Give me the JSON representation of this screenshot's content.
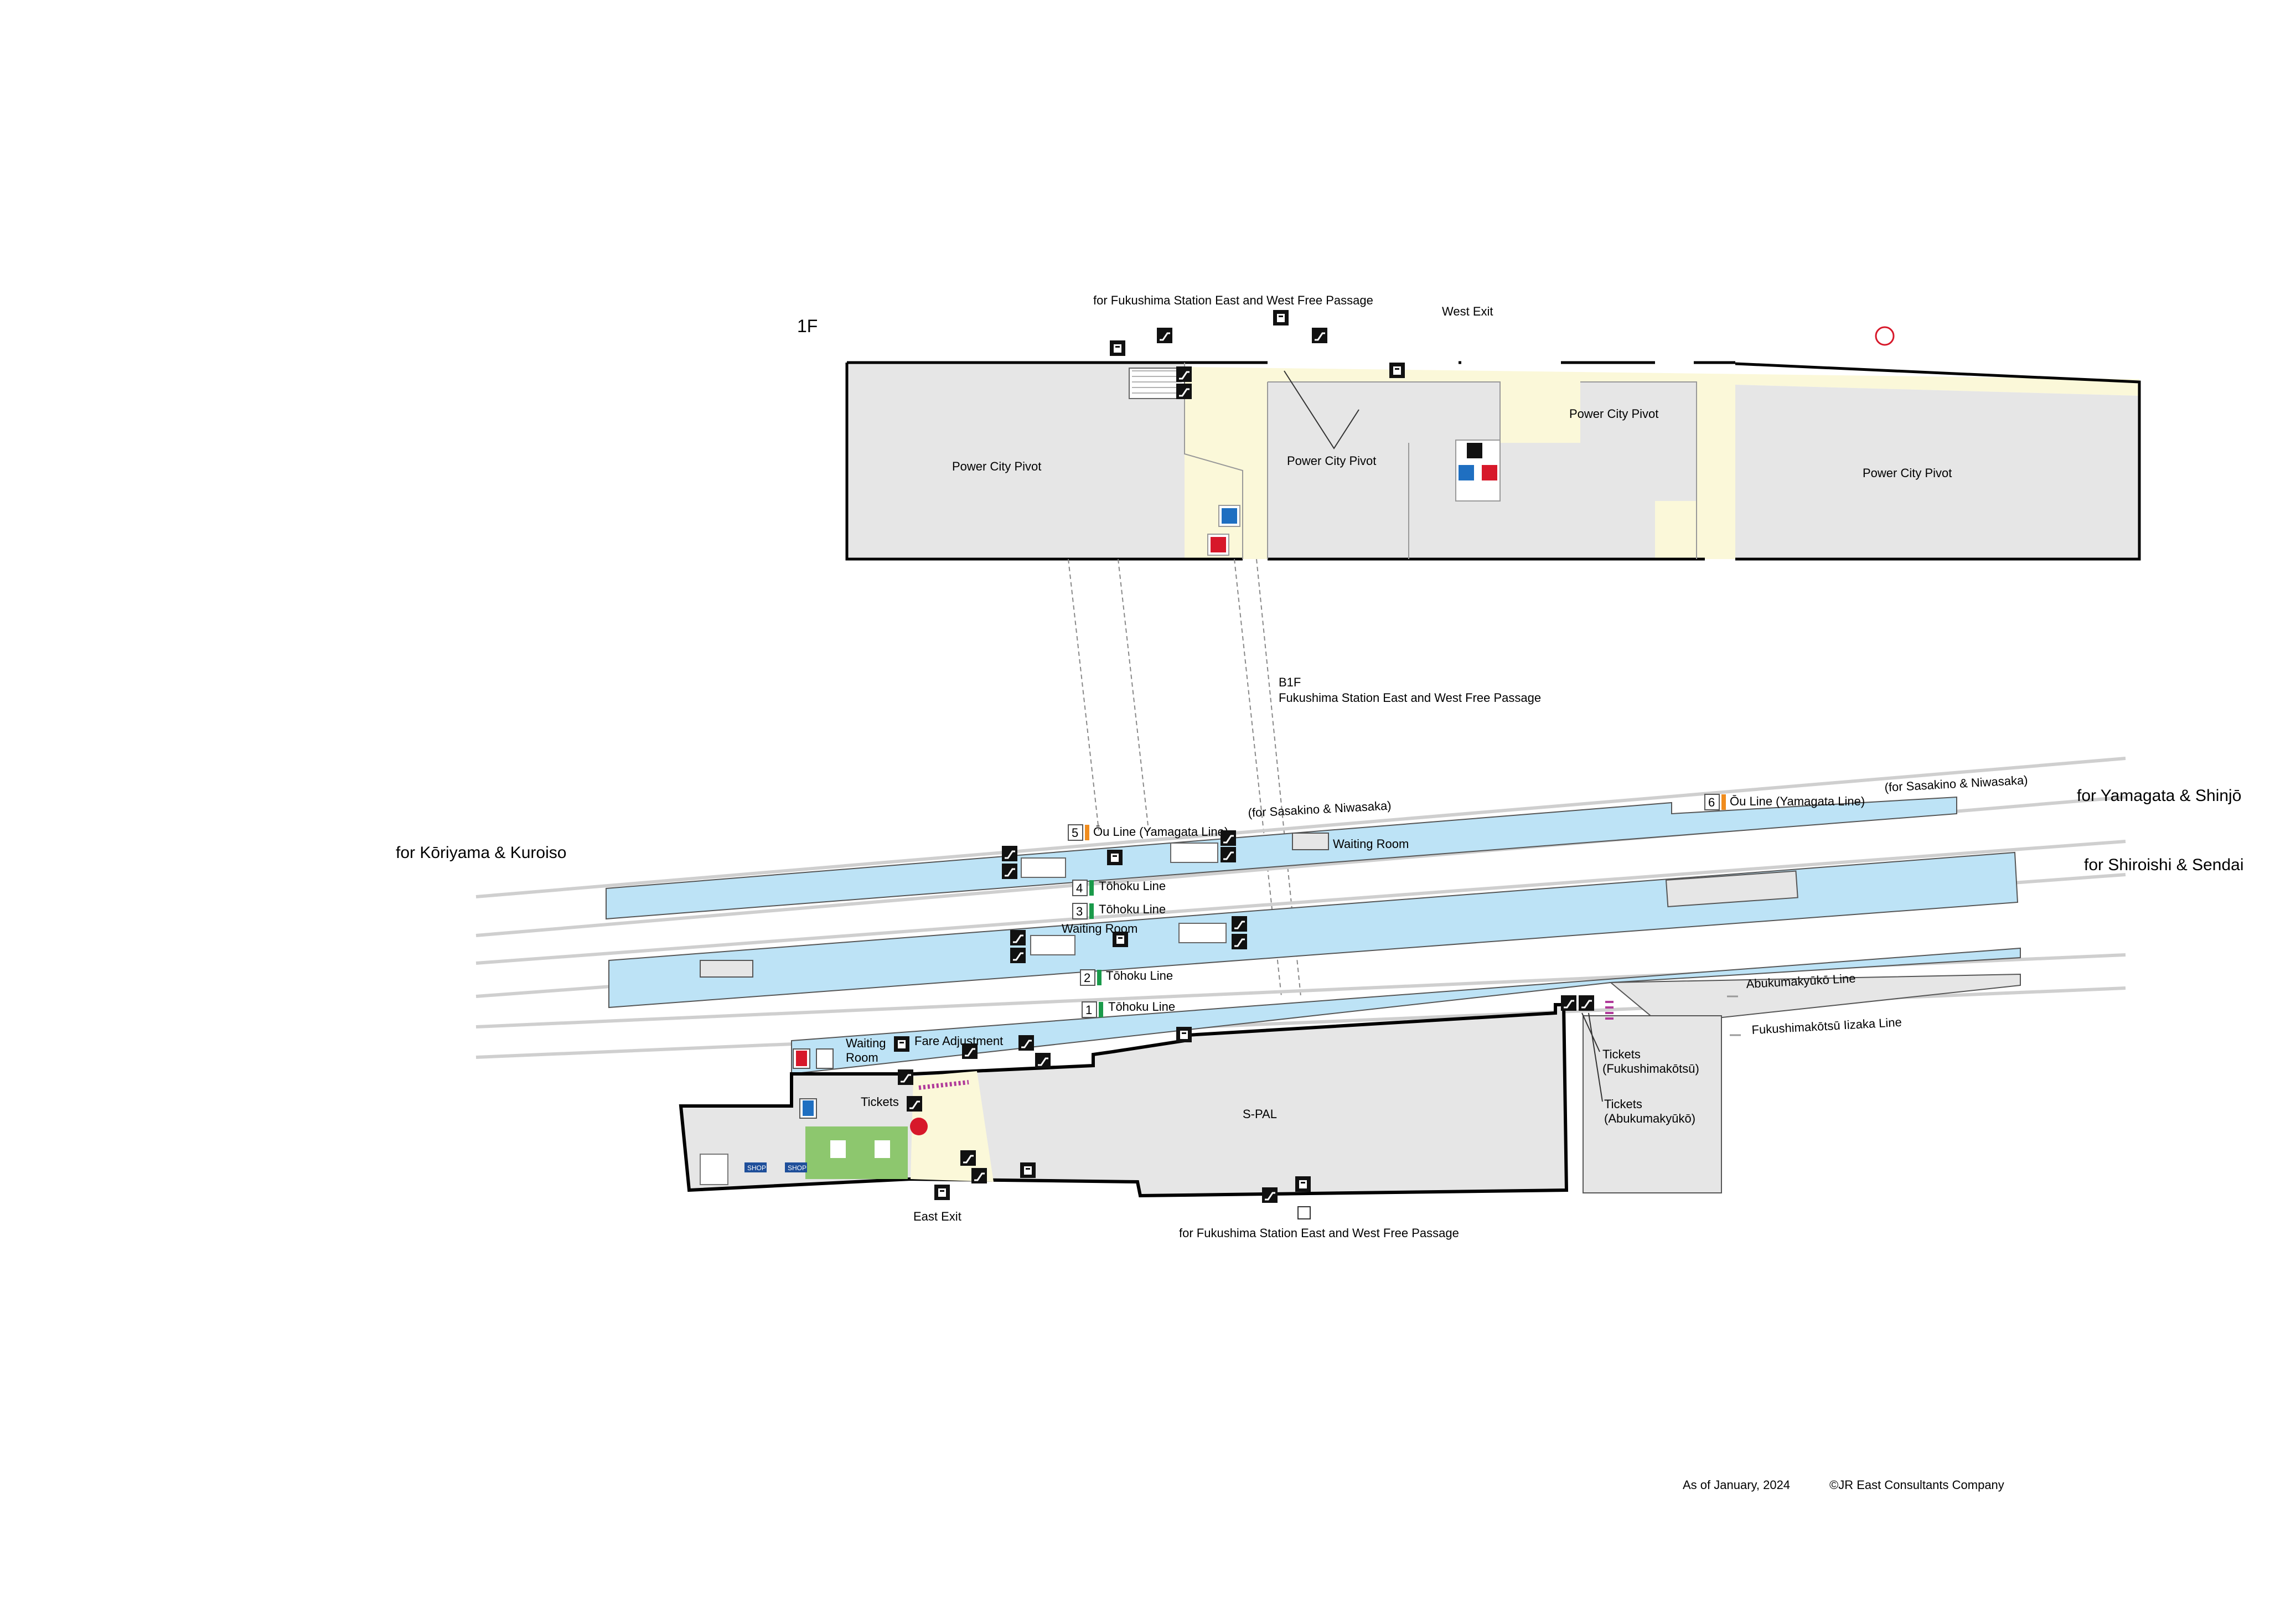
{
  "floor_1f": "1F",
  "floor_b1f": "B1F",
  "top_passage": "for Fukushima Station East and West Free Passage",
  "west_exit": "West Exit",
  "power_city_pivot": "Power City Pivot",
  "b1f_passage": "Fukushima Station East and West Free Passage",
  "dir_koriyama": "for Kōriyama & Kuroiso",
  "dir_yamagata": "for Yamagata & Shinjō",
  "dir_shiroishi": "for Shiroishi & Sendai",
  "tracks": {
    "t5": {
      "num": "5",
      "name": "Ōu Line (Yamagata Line)",
      "extra": "(for Sasakino & Niwasaka)"
    },
    "t6": {
      "num": "6",
      "name": "Ōu Line (Yamagata Line)",
      "extra": "(for Sasakino & Niwasaka)"
    },
    "t4": {
      "num": "4",
      "name": "Tōhoku Line"
    },
    "t3": {
      "num": "3",
      "name": "Tōhoku Line"
    },
    "t2": {
      "num": "2",
      "name": "Tōhoku Line"
    },
    "t1": {
      "num": "1",
      "name": "Tōhoku Line"
    }
  },
  "abukuma_line": "Abukumakyūkō Line",
  "iizaka_line": "Fukushimakōtsū Iizaka Line",
  "waiting_room": "Waiting Room",
  "waiting_room_split": [
    "Waiting",
    "Room"
  ],
  "fare_adjustment": "Fare Adjustment",
  "tickets": "Tickets",
  "tickets_fukushima": [
    "Tickets",
    "(Fukushimakōtsū)"
  ],
  "tickets_abukuma": [
    "Tickets",
    "(Abukumakyūkō)"
  ],
  "spal": "S-PAL",
  "east_exit": "East Exit",
  "bottom_passage": "for Fukushima Station East and West Free Passage",
  "shop": "SHOP",
  "as_of": "As of January, 2024",
  "copyright": "©JR East Consultants Company",
  "colors": {
    "platform": "#bde3f6",
    "building": "#e6e6e6",
    "concourse": "#fbf8d9",
    "green_area": "#8dc76e",
    "track_line": "#cfcfcf",
    "tohoku_line": "#1a9a4a",
    "ou_line": "#f08c1e",
    "icon_bg": "#111111",
    "female": "#d7182a",
    "male": "#1f6fc1"
  },
  "icons": [
    "elevator-icon",
    "escalator-icon",
    "stairs-icon",
    "toilet-icon",
    "wheelchair-icon",
    "coin-locker-icon",
    "ticket-machine-icon",
    "atm-icon",
    "shop-icon"
  ]
}
